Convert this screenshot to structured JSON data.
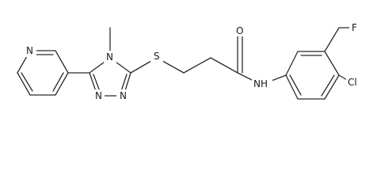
{
  "structure": {
    "atom_labels": {
      "pyridine_n": "N",
      "methyl_n": "N",
      "triazole_n1": "N",
      "triazole_n2": "N",
      "sulfur": "S",
      "oxygen": "O",
      "amide_nh": "NH",
      "chlorine": "Cl",
      "fluorine": "F"
    }
  }
}
